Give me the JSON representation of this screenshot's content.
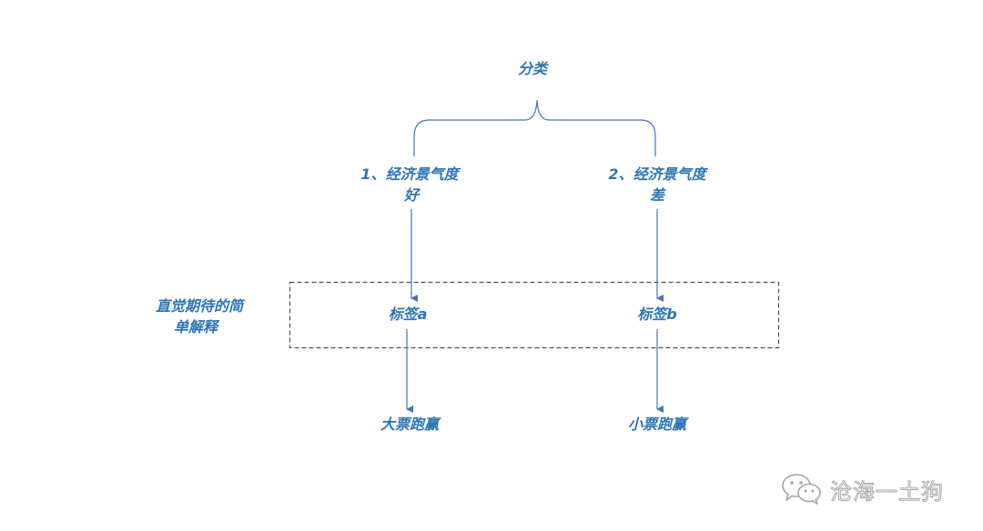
{
  "diagram": {
    "root": "分类",
    "branches": [
      {
        "title_line1": "1、经济景气度",
        "title_line2": "好",
        "label": "标签a",
        "outcome": "大票跑赢"
      },
      {
        "title_line1": "2、经济景气度",
        "title_line2": "差",
        "label": "标签b",
        "outcome": "小票跑赢"
      }
    ],
    "side_label_line1": "直觉期待的简",
    "side_label_line2": "单解释"
  },
  "watermark": {
    "text": "沧海一土狗",
    "icon": "wechat-icon"
  },
  "colors": {
    "text": "#2E75B6",
    "line": "#4472C4",
    "box_border": "#44546A",
    "watermark": "#A6A6A6"
  }
}
